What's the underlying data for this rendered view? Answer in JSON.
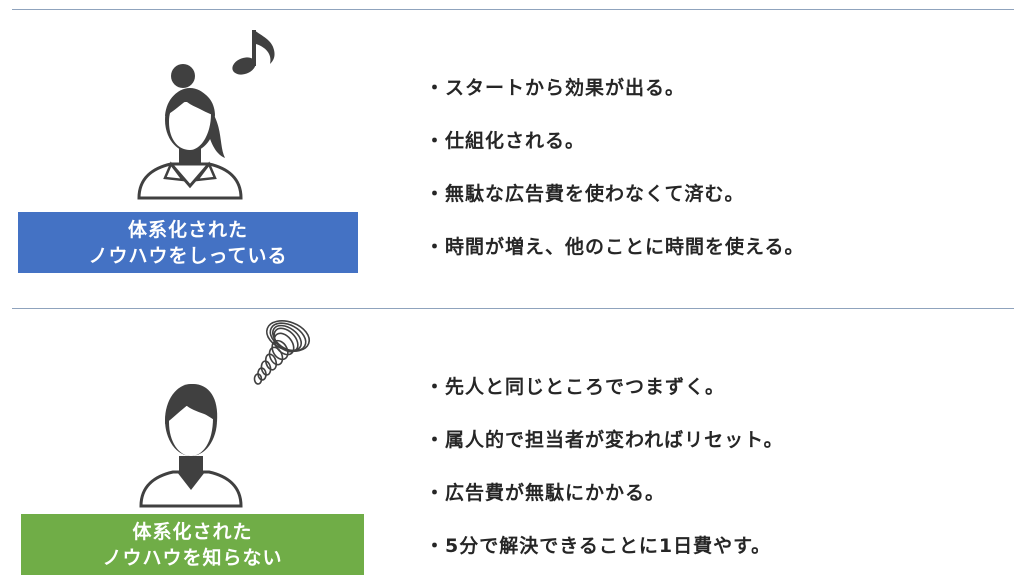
{
  "top": {
    "label_line1": "体系化された",
    "label_line2": "ノウハウをしっている",
    "label_color": "#4472c4",
    "items": [
      "スタートから効果が出る。",
      "仕組化される。",
      "無駄な広告費を使わなくて済む。",
      "時間が増え、他のことに時間を使える。"
    ],
    "figure_icon": "woman-with-ponytail-icon",
    "accent_icon": "music-note-icon"
  },
  "bottom": {
    "label_line1": "体系化された",
    "label_line2": "ノウハウを知らない",
    "label_color": "#70ad47",
    "items": [
      "先人と同じところでつまずく。",
      "属人的で担当者が変わればリセット。",
      "広告費が無駄にかかる。",
      "5分で解決できることに1日費やす。"
    ],
    "figure_icon": "person-short-hair-icon",
    "accent_icon": "scribble-cloud-icon"
  }
}
